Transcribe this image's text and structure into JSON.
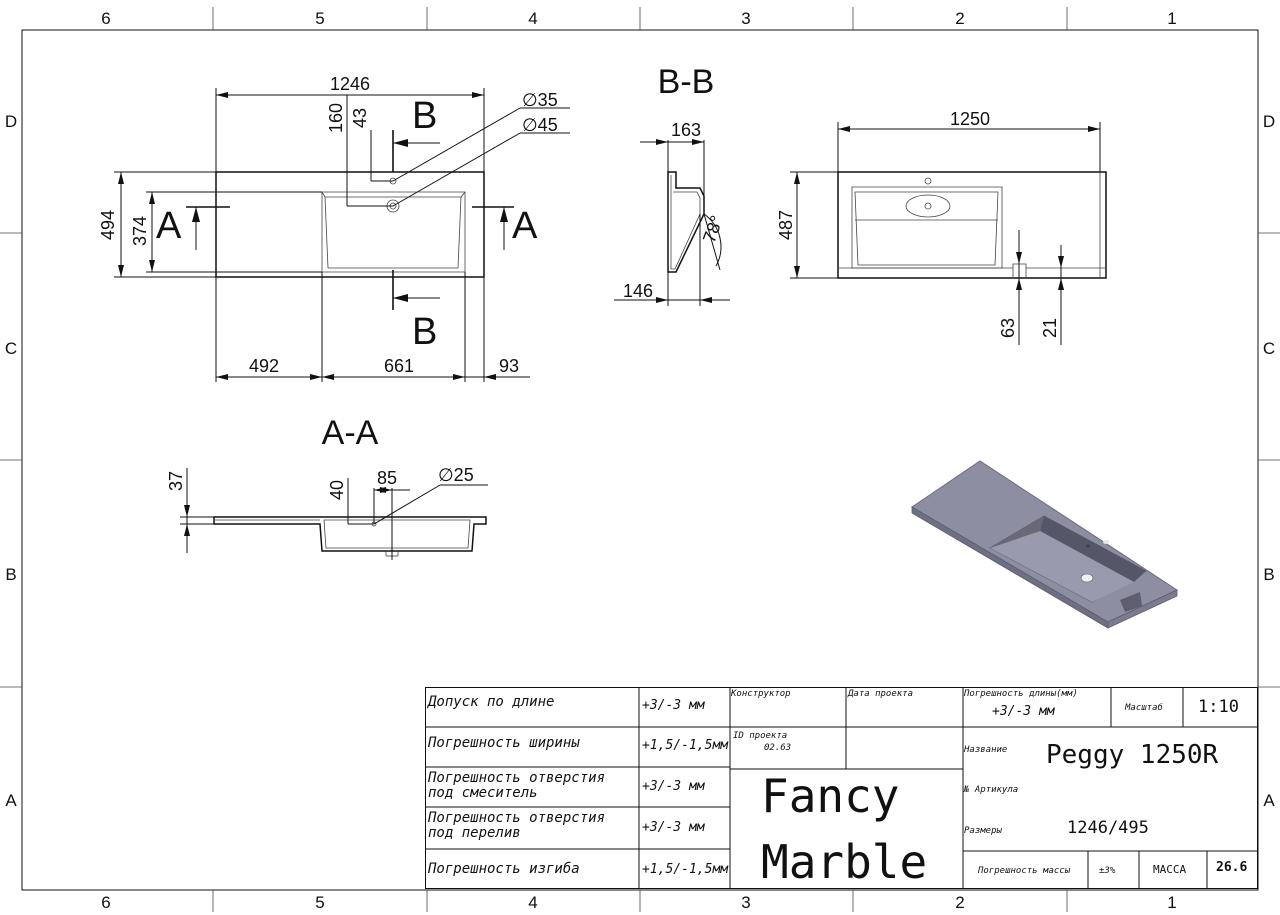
{
  "frame": {
    "columns": [
      "6",
      "5",
      "4",
      "3",
      "2",
      "1"
    ],
    "rows": [
      "D",
      "C",
      "B",
      "A"
    ]
  },
  "top_view": {
    "dims": {
      "overall_length": "1246",
      "depth": "494",
      "bowl_depth": "374",
      "hole_offset_160": "160",
      "hole_offset_43": "43",
      "hole_35": "∅35",
      "hole_45": "∅45",
      "left_deck": "492",
      "bowl_length": "661",
      "right_edge": "93"
    },
    "section_marks": {
      "a_left": "A",
      "a_right": "A",
      "b_top": "B",
      "b_bottom": "B"
    }
  },
  "section_bb": {
    "title": "B-B",
    "dims": {
      "width_top": "163",
      "width_bottom": "146",
      "angle": "78°"
    }
  },
  "side_view": {
    "dims": {
      "length": "1250",
      "height": "487",
      "slot_63": "63",
      "slot_21": "21"
    }
  },
  "section_aa": {
    "title": "A-A",
    "dims": {
      "thickness": "37",
      "depth_40": "40",
      "offset_85": "85",
      "hole_25": "∅25"
    }
  },
  "title_block": {
    "tolerances": [
      {
        "label": "Допуск по длине",
        "value": "+3/-3 мм"
      },
      {
        "label": "Погрешность ширины",
        "value": "+1,5/-1,5мм"
      },
      {
        "label": "Погрешность отверстия\nпод смеситель",
        "value": "+3/-3 мм"
      },
      {
        "label": "Погрешность отверстия\nпод перелив",
        "value": "+3/-3 мм"
      },
      {
        "label": "Погрешность изгиба",
        "value": "+1,5/-1,5мм"
      }
    ],
    "designer_label": "Конструктор",
    "date_label": "Дата проекта",
    "project_id_label": "ID проекта",
    "project_id": "02.63",
    "brand_line1": "Fancy",
    "brand_line2": "Marble",
    "length_tol_label": "Погрешность длины(мм)",
    "length_tol_value": "+3/-3 мм",
    "scale_label": "Масштаб",
    "scale_value": "1:10",
    "name_label": "Название",
    "name_value": "Peggy 1250R",
    "article_label": "№ Артикула",
    "sizes_label": "Размеры",
    "sizes_value": "1246/495",
    "mass_tol_label": "Погрешность массы",
    "mass_tol_value": "±3%",
    "mass_label": "МАССА",
    "mass_value": "26.6"
  }
}
